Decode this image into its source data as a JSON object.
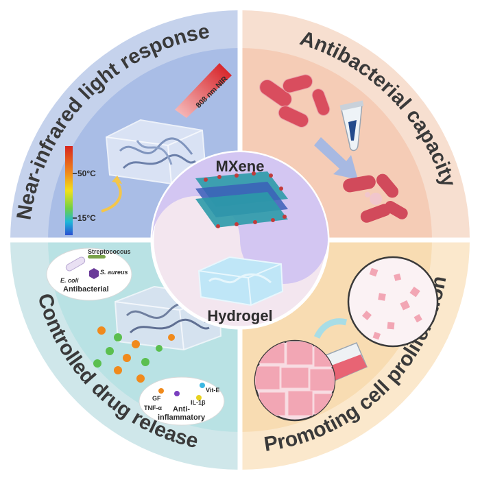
{
  "center": {
    "top_label": "MXene",
    "bottom_label": "Hydrogel"
  },
  "quadrants": {
    "top_left": {
      "title": "Near-infrared light response",
      "nir_label": "808 nm NIR",
      "temp_high": "50°C",
      "temp_low": "15°C"
    },
    "top_right": {
      "title": "Antibacterial capacity"
    },
    "bottom_left": {
      "title": "Controlled drug release",
      "bacteria": [
        "Streptococcus",
        "E. coli",
        "S. aureus"
      ],
      "antibacterial_label": "Antibacterial",
      "factors": [
        "GF",
        "Vit-E",
        "IL-1β",
        "TNF-α"
      ],
      "anti_label_1": "Anti-",
      "anti_label_2": "inflammatory"
    },
    "bottom_right": {
      "title": "Promoting cell proliferation"
    }
  },
  "colors": {
    "top_left_ring": "#c5d2ec",
    "top_left_inner": "#a9bde6",
    "top_right_ring": "#f7dfd0",
    "top_right_inner": "#f5ccb6",
    "bottom_left_ring": "#cfe7ea",
    "bottom_left_inner": "#b9e2e4",
    "bottom_right_ring": "#fbe8cc",
    "bottom_right_inner": "#f8dcb2",
    "center_top": "#d3c6f2",
    "center_bottom": "#f3e6ef",
    "bacteria": "#d94d5e",
    "cell": "#f2a6b4"
  }
}
